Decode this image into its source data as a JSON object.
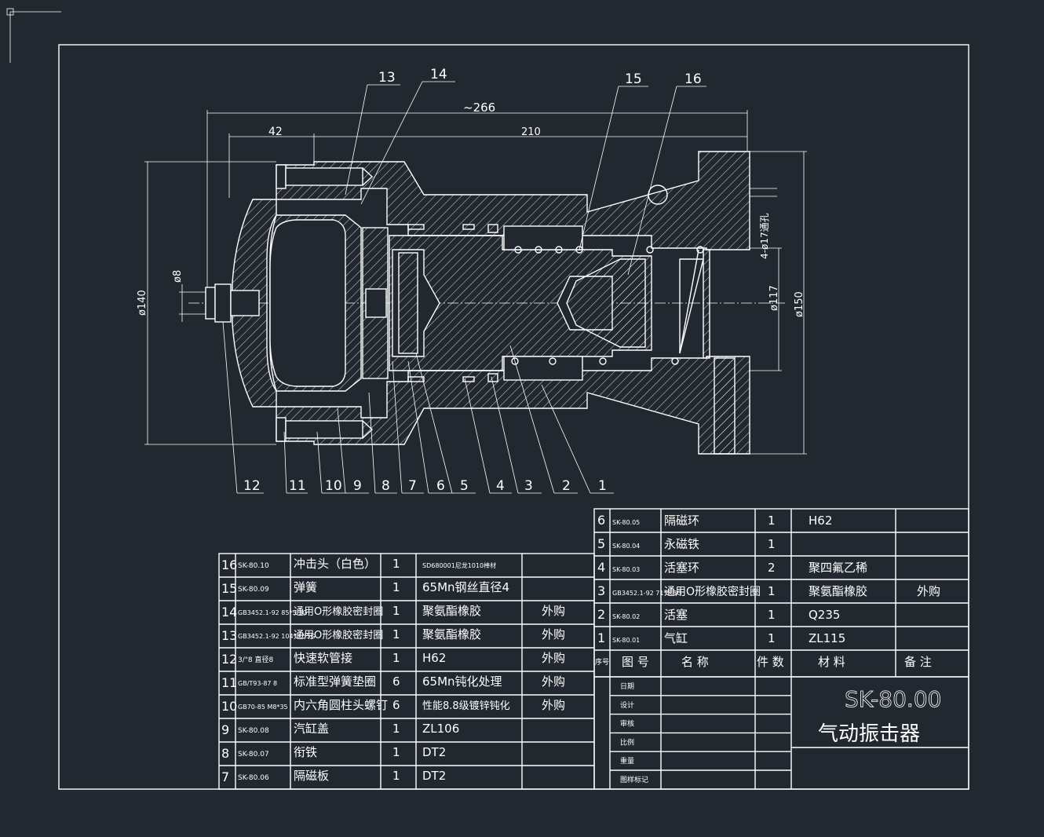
{
  "drawing": {
    "code": "SK-80.00",
    "title": "气动振击器"
  },
  "dimensions": {
    "overall_length": "~266",
    "length_210": "210",
    "length_42": "42",
    "dia_140": "ø140",
    "dia_8": "ø8",
    "dia_117": "ø117",
    "dia_150": "ø150",
    "holes": "4-ø17通孔"
  },
  "balloons_top": [
    "13",
    "14",
    "15",
    "16"
  ],
  "balloons_bottom": [
    "12",
    "11",
    "10",
    "9",
    "8",
    "7",
    "6",
    "5",
    "4",
    "3",
    "2",
    "1"
  ],
  "bom_left": [
    {
      "no": "16",
      "code": "SK-80.10",
      "name": "冲击头（白色）",
      "qty": "1",
      "material": "SD680001尼龙1010棒材",
      "note": ""
    },
    {
      "no": "15",
      "code": "SK-80.09",
      "name": "弹簧",
      "qty": "1",
      "material": "65Mn钢丝直径4",
      "note": ""
    },
    {
      "no": "14",
      "code": "GB3452.1-92 85*5.3G",
      "name": "通用O形橡胶密封圈",
      "qty": "1",
      "material": "聚氨酯橡胶",
      "note": "外购"
    },
    {
      "no": "13",
      "code": "GB3452.1-92 104*3.55G",
      "name": "通用O形橡胶密封圈",
      "qty": "1",
      "material": "聚氨酯橡胶",
      "note": "外购"
    },
    {
      "no": "12",
      "code": "3/\"8 直径8",
      "name": "快速软管接",
      "qty": "1",
      "material": "H62",
      "note": "外购"
    },
    {
      "no": "11",
      "code": "GB/T93-87 8",
      "name": "标准型弹簧垫圈",
      "qty": "6",
      "material": "65Mn钝化处理",
      "note": "外购"
    },
    {
      "no": "10",
      "code": "GB70-85 M8*35",
      "name": "内六角圆柱头螺钉",
      "qty": "6",
      "material": "性能8.8级镀锌钝化",
      "note": "外购"
    },
    {
      "no": "9",
      "code": "SK-80.08",
      "name": "汽缸盖",
      "qty": "1",
      "material": "ZL106",
      "note": ""
    },
    {
      "no": "8",
      "code": "SK-80.07",
      "name": "衔铁",
      "qty": "1",
      "material": "DT2",
      "note": ""
    },
    {
      "no": "7",
      "code": "SK-80.06",
      "name": "隔磁板",
      "qty": "1",
      "material": "DT2",
      "note": ""
    }
  ],
  "bom_right": [
    {
      "no": "6",
      "code": "SK-80.05",
      "name": "隔磁环",
      "qty": "1",
      "material": "H62",
      "note": ""
    },
    {
      "no": "5",
      "code": "SK-80.04",
      "name": "永磁铁",
      "qty": "1",
      "material": "",
      "note": ""
    },
    {
      "no": "4",
      "code": "SK-80.03",
      "name": "活塞环",
      "qty": "2",
      "material": "聚四氟乙稀",
      "note": ""
    },
    {
      "no": "3",
      "code": "GB3452.1-92 71*5.3G",
      "name": "通用O形橡胶密封圈",
      "qty": "1",
      "material": "聚氨酯橡胶",
      "note": "外购"
    },
    {
      "no": "2",
      "code": "SK-80.02",
      "name": "活塞",
      "qty": "1",
      "material": "Q235",
      "note": ""
    },
    {
      "no": "1",
      "code": "SK-80.01",
      "name": "气缸",
      "qty": "1",
      "material": "ZL115",
      "note": ""
    }
  ],
  "bom_header": {
    "no": "序号",
    "code": "图 号",
    "name": "名    称",
    "qty": "件 数",
    "material": "材    料",
    "note": "备    注"
  },
  "title_block_labels": [
    "日期",
    "设计",
    "审核",
    "比例",
    "重量",
    "图样标记"
  ]
}
